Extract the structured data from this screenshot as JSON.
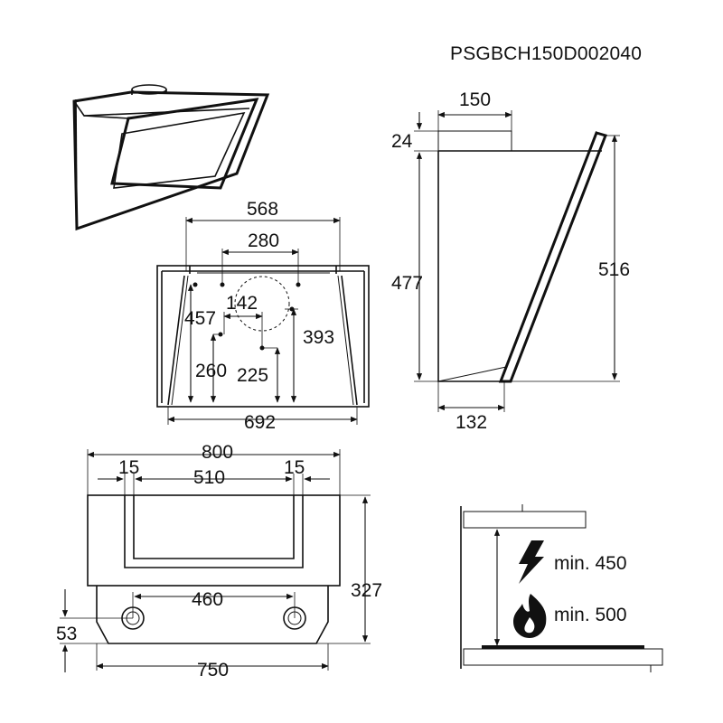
{
  "product_code": "PSGBCH150D002040",
  "front_view": {
    "width_568": "568",
    "width_280": "280",
    "height_457": "457",
    "offset_142": "142",
    "height_393": "393",
    "height_260": "260",
    "height_225": "225",
    "width_692": "692"
  },
  "side_view": {
    "chimney_width": "150",
    "chimney_height": "24",
    "back_height": "477",
    "front_height": "516",
    "bottom_depth": "132"
  },
  "bottom_view": {
    "total_width": "800",
    "side_margin_left": "15",
    "inner_width": "510",
    "side_margin_right": "15",
    "height": "327",
    "hole_spacing": "460",
    "hole_offset": "53",
    "bottom_width": "750"
  },
  "clearance": {
    "electric_label": "min. 450",
    "gas_label": "min. 500",
    "electric_icon": "lightning-icon",
    "gas_icon": "flame-icon"
  }
}
